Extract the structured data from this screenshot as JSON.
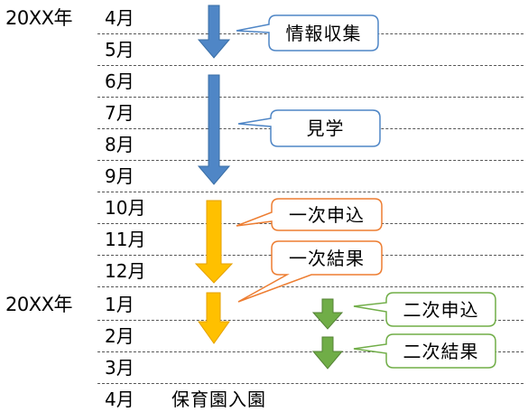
{
  "years": [
    "20XX年",
    "20XX年"
  ],
  "months": [
    "4月",
    "5月",
    "6月",
    "7月",
    "8月",
    "9月",
    "10月",
    "11月",
    "12月",
    "1月",
    "2月",
    "3月",
    "4月"
  ],
  "final_event": "保育園入園",
  "callouts": {
    "info": "情報収集",
    "visit": "見学",
    "first_apply": "一次申込",
    "first_result": "一次結果",
    "second_apply": "二次申込",
    "second_result": "二次結果"
  },
  "colors": {
    "blue": "#4f86c6",
    "orange": "#ffc000",
    "orange_border": "#ed7d31",
    "green": "#70ad47"
  }
}
